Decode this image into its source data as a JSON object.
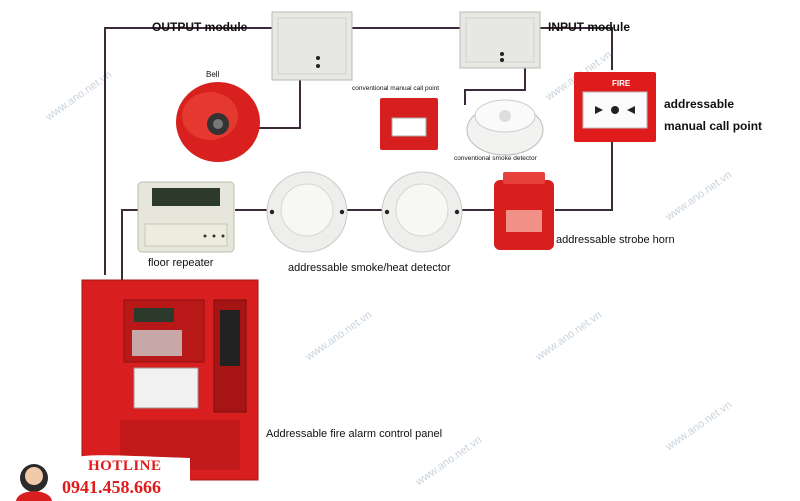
{
  "labels": {
    "output_module": "OUTPUT module",
    "input_module": "INPUT module",
    "bell": "Bell",
    "conventional_call_point": "conventional manual call point",
    "conventional_smoke_detector": "conventional smoke detector",
    "addressable_mcp_line1": "addressable",
    "addressable_mcp_line2": "manual call point",
    "floor_repeater": "floor repeater",
    "smoke_heat_detector": "addressable smoke/heat detector",
    "strobe_horn": "addressable strobe horn",
    "control_panel": "Addressable fire alarm control panel",
    "mcp_fire_text": "FIRE"
  },
  "hotline": {
    "label": "HOTLINE",
    "phone": "0941.458.666"
  },
  "watermark": "www.ano.net.vn",
  "colors": {
    "wire": "#3a2a3a",
    "red_device": "#e01b1b",
    "module_gray": "#e7e8e4",
    "hotline_red": "#e01b1b"
  }
}
